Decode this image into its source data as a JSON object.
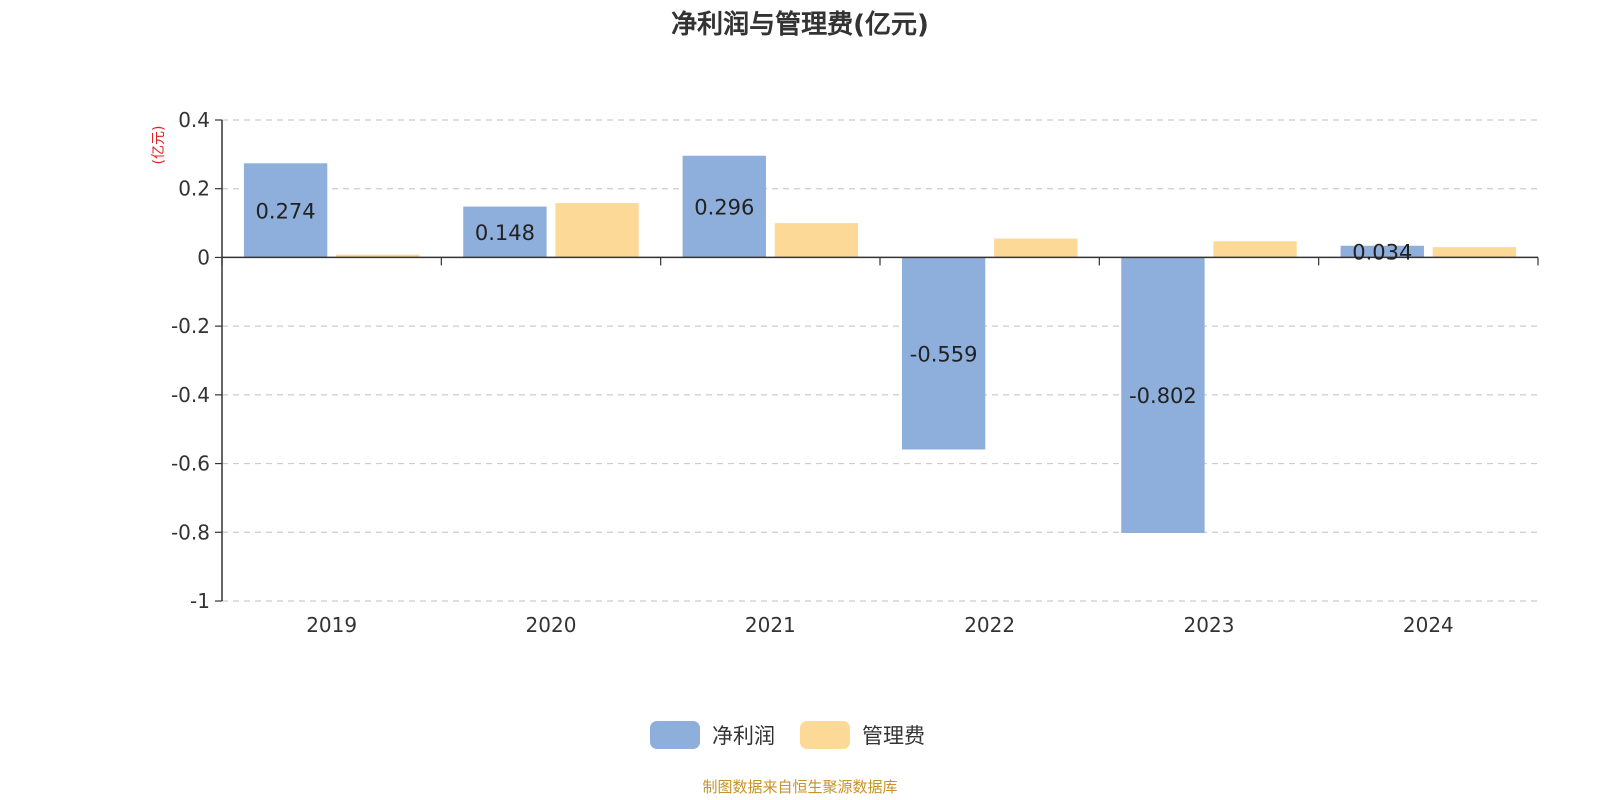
{
  "chart_data": {
    "type": "bar",
    "title": "净利润与管理费(亿元)",
    "unit_label": "(亿元)",
    "categories": [
      "2019",
      "2020",
      "2021",
      "2022",
      "2023",
      "2024"
    ],
    "series": [
      {
        "name": "净利润",
        "color": "#8eaedb",
        "values": [
          0.274,
          0.148,
          0.296,
          -0.559,
          -0.802,
          0.034
        ],
        "labels": [
          "0.274",
          "0.148",
          "0.296",
          "-0.559",
          "-0.802",
          "0.034"
        ]
      },
      {
        "name": "管理费",
        "color": "#fdd998",
        "values": [
          0.008,
          0.158,
          0.1,
          0.055,
          0.047,
          0.03
        ]
      }
    ],
    "ylim": [
      -1,
      0.4
    ],
    "yticks": [
      0.4,
      0.2,
      0,
      -0.2,
      -0.4,
      -0.6,
      -0.8,
      -1
    ],
    "ytick_labels": [
      "0.4",
      "0.2",
      "0",
      "-0.2",
      "-0.4",
      "-0.6",
      "-0.8",
      "-1"
    ],
    "grid": true,
    "legend_position": "bottom-center"
  },
  "source_note": "制图数据来自恒生聚源数据库"
}
